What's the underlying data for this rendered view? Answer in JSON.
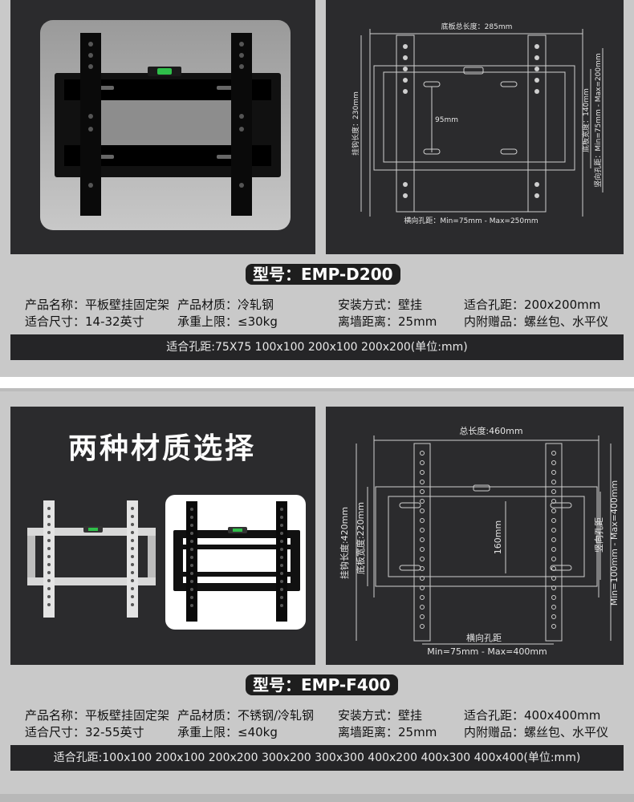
{
  "product1": {
    "model_label": "型号：EMP-D200",
    "specs": {
      "name": "产品名称：平板壁挂固定架",
      "material": "产品材质：冷轧钢",
      "install": "安装方式：壁挂",
      "hole_spacing": "适合孔距：200x200mm",
      "size": "适合尺寸：14-32英寸",
      "load": "承重上限：≤30kg",
      "wall_distance": "离墙距离：25mm",
      "accessories": "内附赠品：螺丝包、水平仪"
    },
    "bar_text": "适合孔距:75X75 100x100 200x100 200x200(单位:mm)",
    "diagram": {
      "top_label": "底板总长度：285mm",
      "left_label": "挂钩长度：230mm",
      "center_label": "95mm",
      "right_label_inner": "底板宽度：140mm",
      "right_label_outer": "竖向孔距：Min=75mm - Max=200mm",
      "bottom_label": "横向孔距：Min=75mm - Max=250mm"
    }
  },
  "product2": {
    "headline": "两种材质选择",
    "model_label": "型号：EMP-F400",
    "specs": {
      "name": "产品名称：平板壁挂固定架",
      "material": "产品材质：不锈钢/冷轧钢",
      "install": "安装方式：壁挂",
      "hole_spacing": "适合孔距：400x400mm",
      "size": "适合尺寸：32-55英寸",
      "load": "承重上限：≤40kg",
      "wall_distance": "离墙距离：25mm",
      "accessories": "内附赠品：螺丝包、水平仪"
    },
    "bar_text": "适合孔距:100x100 200x100 200x200 300x200 300x300 400x200 400x300 400x400(单位:mm)",
    "diagram": {
      "top_label": "总长度:460mm",
      "left_outer": "挂钩长度:420mm",
      "left_inner": "底板宽度:220mm",
      "center_label": "160mm",
      "right_inner": "竖向孔距",
      "right_outer": "Min=100mm - Max=400mm",
      "bottom_top": "横向孔距",
      "bottom_bottom": "Min=75mm - Max=400mm"
    }
  }
}
